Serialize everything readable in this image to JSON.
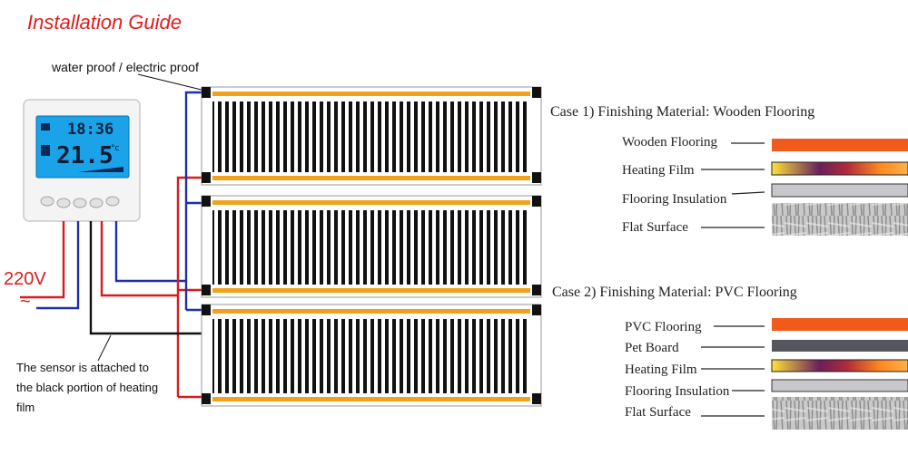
{
  "title": "Installation Guide",
  "labels": {
    "waterproof": "water proof / electric proof",
    "voltage": "220V",
    "tilde": "~",
    "sensor_note": [
      "The sensor is attached to",
      "the black portion of heating",
      "film"
    ]
  },
  "thermostat": {
    "time": "18:36",
    "temperature": "21.5",
    "unit": "°c"
  },
  "cases": [
    {
      "title": "Case 1) Finishing Material: Wooden Flooring",
      "layers": [
        {
          "label": "Wooden Flooring",
          "swatch": "orange"
        },
        {
          "label": "Heating Film",
          "swatch": "gradient"
        },
        {
          "label": "Flooring Insulation",
          "swatch": "grey"
        },
        {
          "label": "Flat Surface",
          "swatch": "texture"
        }
      ]
    },
    {
      "title": "Case 2) Finishing Material: PVC Flooring",
      "layers": [
        {
          "label": "PVC Flooring",
          "swatch": "orange"
        },
        {
          "label": "Pet Board",
          "swatch": "dark"
        },
        {
          "label": "Heating Film",
          "swatch": "gradient"
        },
        {
          "label": "Flooring Insulation",
          "swatch": "grey"
        },
        {
          "label": "Flat Surface",
          "swatch": "texture"
        }
      ]
    }
  ],
  "colors": {
    "title": "#e31d1d",
    "wire_red": "#d81b1b",
    "wire_blue": "#1e2fa8",
    "film_stripe": "#f0a21c",
    "swatch_orange": "#f05a1a",
    "swatch_dark": "#55555e",
    "swatch_grey": "#c8c8cc"
  }
}
